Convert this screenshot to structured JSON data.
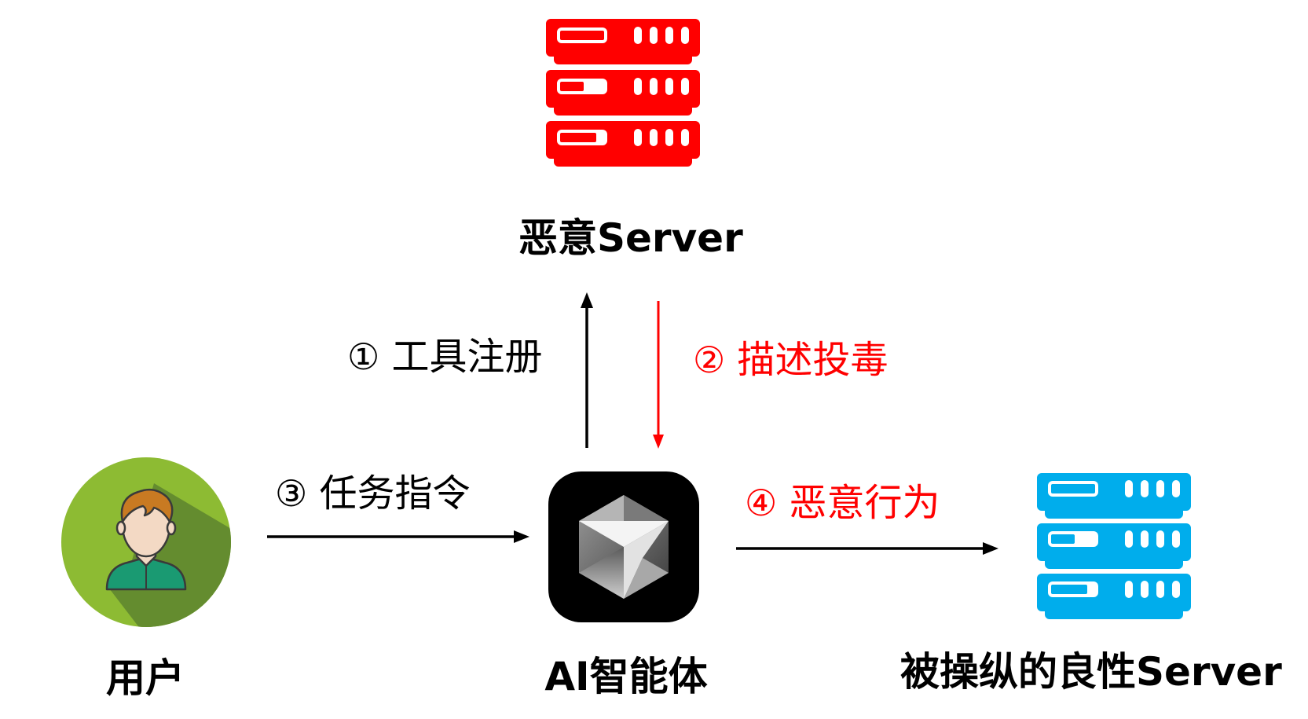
{
  "colors": {
    "malicious": "#ff0000",
    "benign_server": "#00adec",
    "user_bg": "#8dbb33",
    "user_shadow": "#648c2f",
    "arrow": "#000000"
  },
  "nodes": {
    "malicious_server": {
      "label": "恶意Server",
      "icon": "server-rack-icon"
    },
    "user": {
      "label": "用户",
      "icon": "user-avatar-icon"
    },
    "agent": {
      "label": "AI智能体",
      "icon": "ai-cube-logo-icon"
    },
    "benign_server": {
      "label": "被操纵的良性Server",
      "icon": "server-rack-icon"
    }
  },
  "edges": [
    {
      "step": "①",
      "text": "工具注册",
      "from": "AI智能体",
      "to": "恶意Server",
      "color": "#000000"
    },
    {
      "step": "②",
      "text": "描述投毒",
      "from": "恶意Server",
      "to": "AI智能体",
      "color": "#ff0000"
    },
    {
      "step": "③",
      "text": "任务指令",
      "from": "用户",
      "to": "AI智能体",
      "color": "#000000"
    },
    {
      "step": "④",
      "text": "恶意行为",
      "from": "AI智能体",
      "to": "被操纵的良性Server",
      "color": "#ff0000"
    }
  ]
}
